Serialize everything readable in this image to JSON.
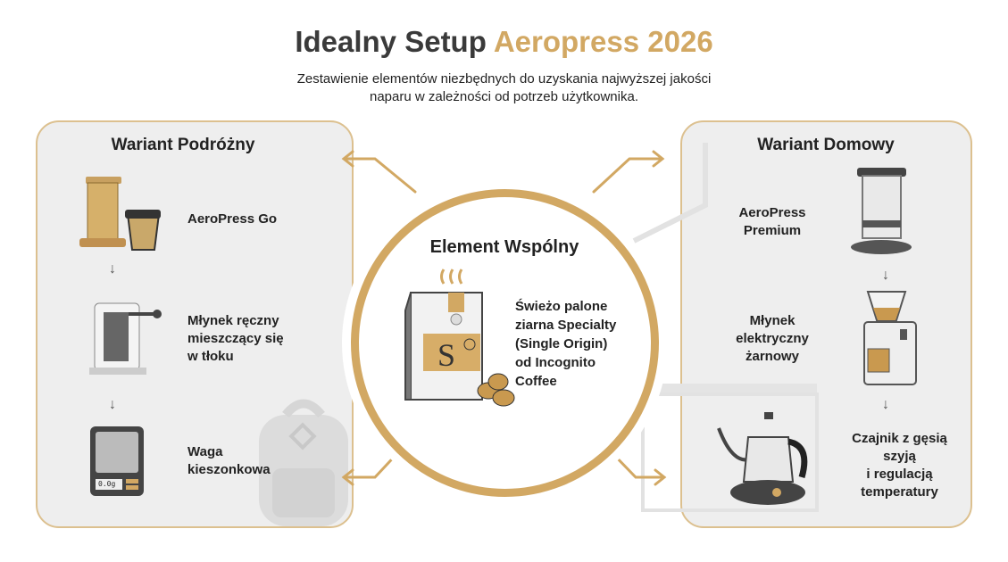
{
  "header": {
    "title_main": "Idealny Setup",
    "title_accent": "Aeropress 2026",
    "subtitle_line1": "Zestawienie elementów niezbędnych do uzyskania najwyższej jakości",
    "subtitle_line2": "naparu w zależności od potrzeb użytkownika."
  },
  "travel": {
    "title": "Wariant Podróżny",
    "items": [
      {
        "icon": "aeropress-go-icon",
        "label": [
          "AeroPress Go"
        ]
      },
      {
        "icon": "hand-grinder-icon",
        "label": [
          "Młynek ręczny",
          "mieszczący się",
          "w tłoku"
        ]
      },
      {
        "icon": "pocket-scale-icon",
        "label": [
          "Waga",
          "kieszonkowa"
        ],
        "display": "0.0g"
      }
    ]
  },
  "common": {
    "title": "Element Wspólny",
    "icon": "coffee-bag-icon",
    "bag_letter": "S",
    "label": [
      "Świeżo palone",
      "ziarna Specialty",
      "(Single Origin)",
      "od Incognito",
      "Coffee"
    ]
  },
  "home": {
    "title": "Wariant Domowy",
    "items": [
      {
        "icon": "aeropress-premium-icon",
        "label": [
          "AeroPress",
          "Premium"
        ]
      },
      {
        "icon": "electric-grinder-icon",
        "label": [
          "Młynek",
          "elektryczny",
          "żarnowy"
        ]
      },
      {
        "icon": "gooseneck-kettle-icon",
        "label": [
          "Czajnik z gęsią",
          "szyją",
          "i regulacją",
          "temperatury"
        ]
      }
    ]
  },
  "colors": {
    "accent": "#d2a863",
    "panel_bg": "#eeeeee",
    "text": "#222222"
  }
}
